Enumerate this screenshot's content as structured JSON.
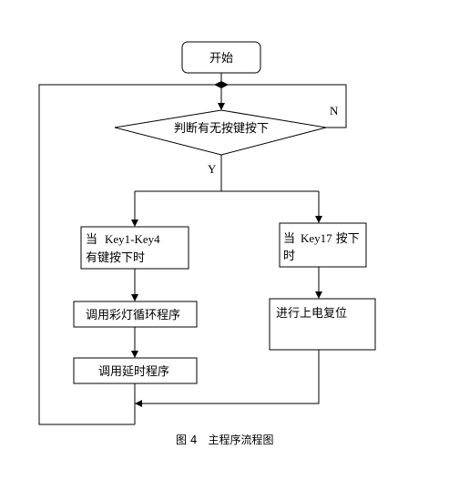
{
  "nodes": {
    "start": "开始",
    "decision": "判断有无按键按下",
    "key1to4_line1_prefix": "当",
    "key1to4_line1_keys": "Key1-Key4",
    "key1to4_line2": "有键按下时",
    "key17_line1_prefix": "当",
    "key17_line1_key": "Key17",
    "key17_line1_suffix": "按下",
    "key17_line2": "时",
    "loop": "调用彩灯循环程序",
    "reset": "进行上电复位",
    "delay": "调用延时程序"
  },
  "edges": {
    "no_label": "N",
    "yes_label": "Y"
  },
  "caption": {
    "figure": "图 4",
    "title": "主程序流程图"
  }
}
